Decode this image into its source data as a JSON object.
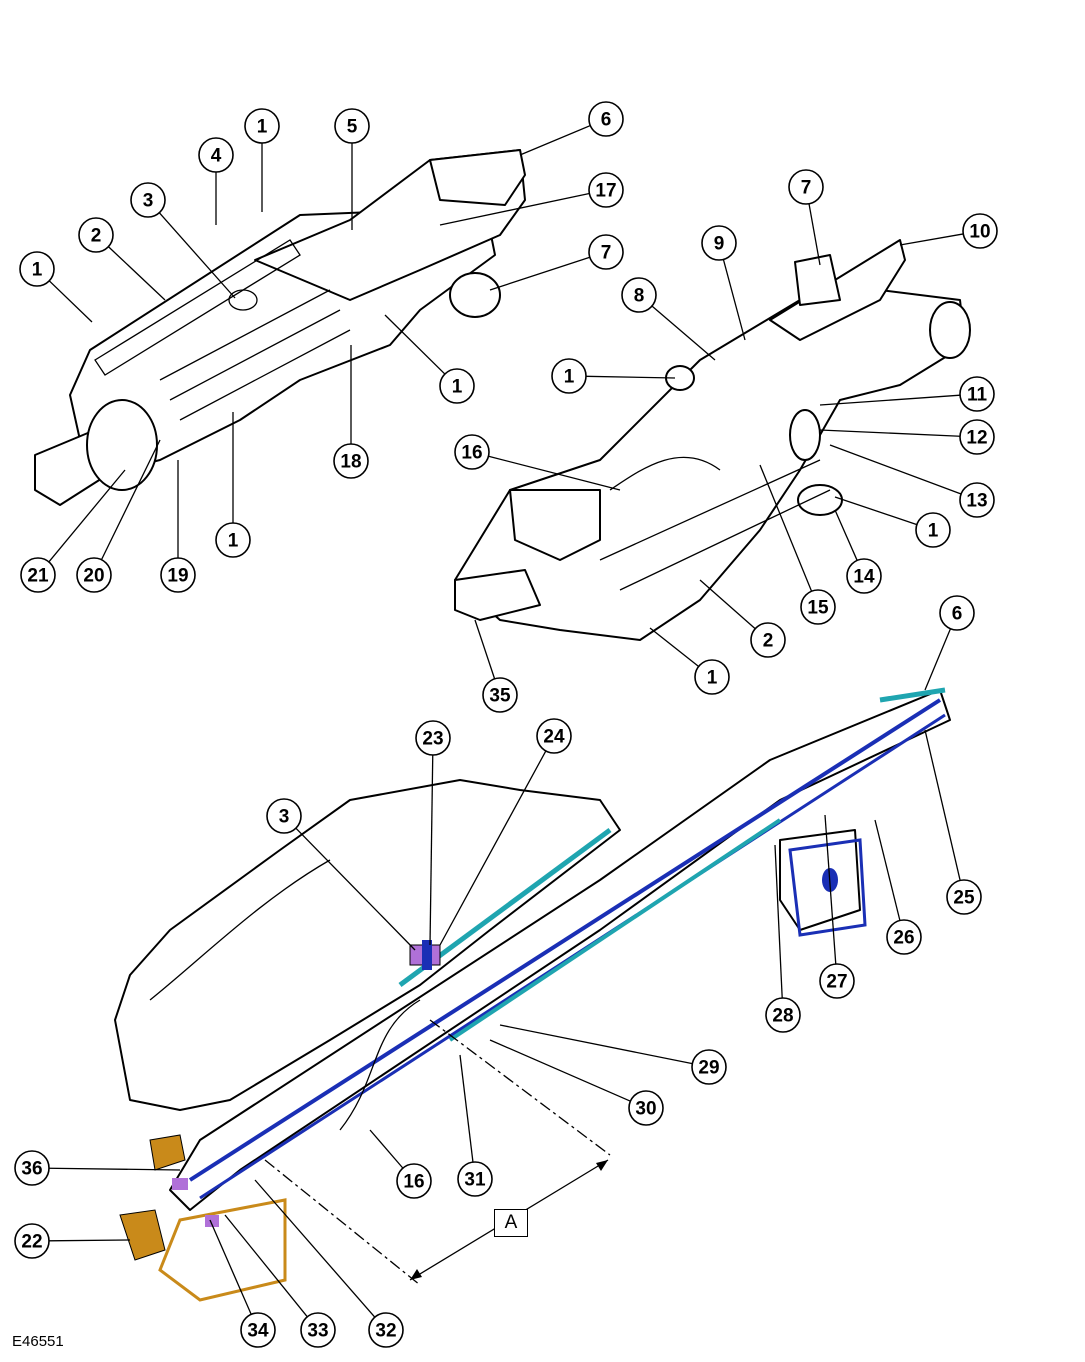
{
  "figure_code": "E46551",
  "section_label": "A",
  "colors": {
    "teal": "#1fa5b0",
    "blue": "#1a2fb5",
    "orange": "#c98a1a",
    "purple": "#b070d8"
  },
  "callouts": [
    "1",
    "4",
    "3",
    "2",
    "1",
    "5",
    "6",
    "17",
    "7",
    "1",
    "18",
    "1",
    "21",
    "20",
    "19",
    "7",
    "10",
    "9",
    "8",
    "1",
    "11",
    "12",
    "13",
    "16",
    "1",
    "14",
    "15",
    "2",
    "1",
    "35",
    "6",
    "23",
    "24",
    "3",
    "25",
    "26",
    "27",
    "28",
    "29",
    "30",
    "31",
    "16",
    "36",
    "22",
    "34",
    "33",
    "32"
  ]
}
